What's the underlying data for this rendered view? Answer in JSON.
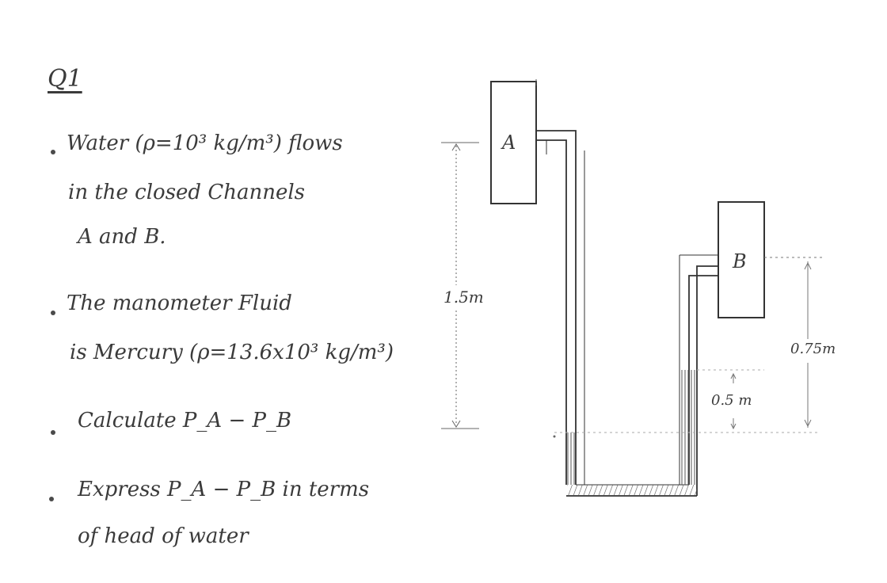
{
  "question": {
    "title": "Q1",
    "bullets": [
      {
        "lines": [
          "Water (ρ=10³ kg/m³) flows",
          "in the closed Channels",
          "A and B."
        ]
      },
      {
        "lines": [
          "The manometer Fluid",
          "is Mercury (ρ=13.6x10³ kg/m³)"
        ]
      },
      {
        "lines": [
          "Calculate P_A − P_B"
        ]
      },
      {
        "lines": [
          "Express P_A − P_B in terms",
          "of head of water"
        ]
      }
    ]
  },
  "figure": {
    "channel_a_label": "A",
    "channel_b_label": "B",
    "dim_a": "1.5m",
    "dim_mercury": "0.5 m",
    "dim_b": "0.75m"
  }
}
